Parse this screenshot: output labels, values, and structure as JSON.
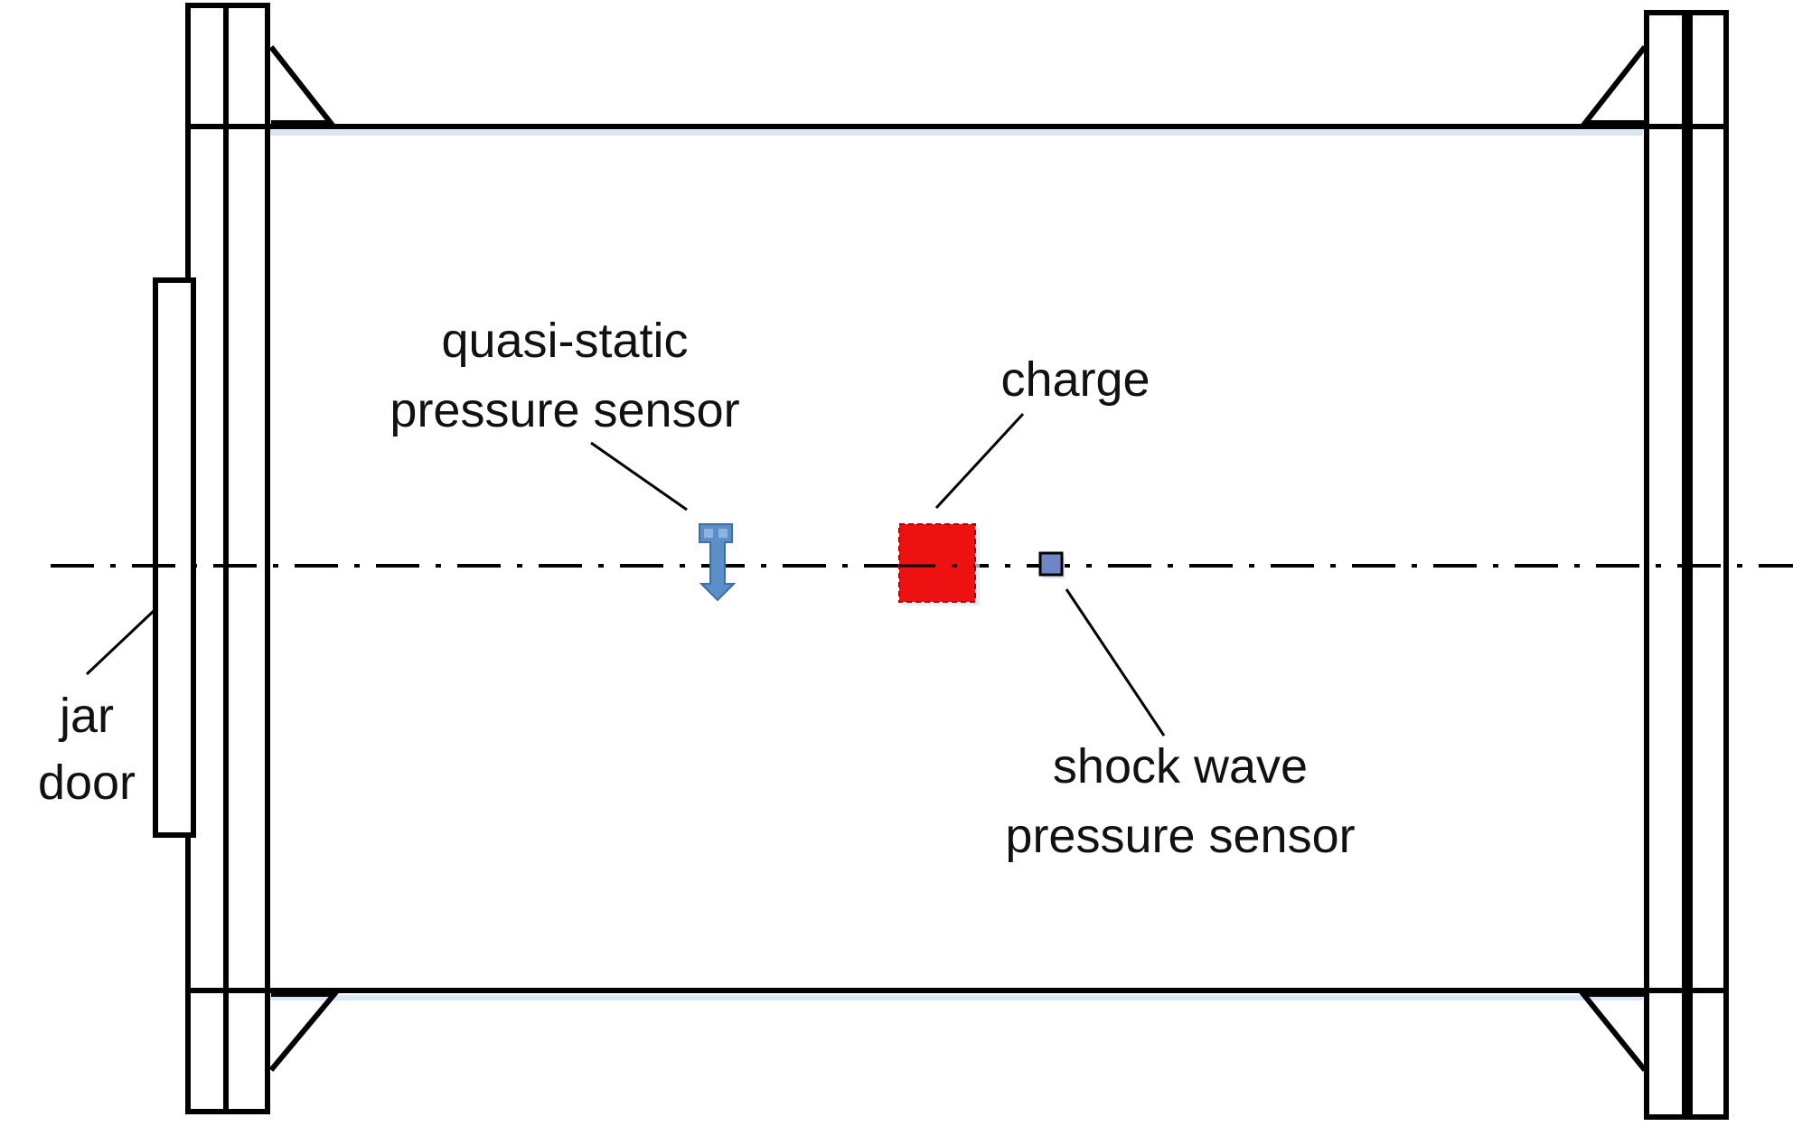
{
  "labels": {
    "quasi_static_line1": "quasi-static",
    "quasi_static_line2": "pressure sensor",
    "charge": "charge",
    "jar_door_line1": "jar",
    "jar_door_line2": "door",
    "shock_wave_line1": "shock wave",
    "shock_wave_line2": "pressure sensor"
  },
  "colors": {
    "outline": "#000000",
    "charge_fill": "#ee1111",
    "quasi_static_sensor_fill": "#5b8fc7",
    "shock_sensor_fill": "#6f86c4",
    "shadow": "#d8e6f5"
  }
}
